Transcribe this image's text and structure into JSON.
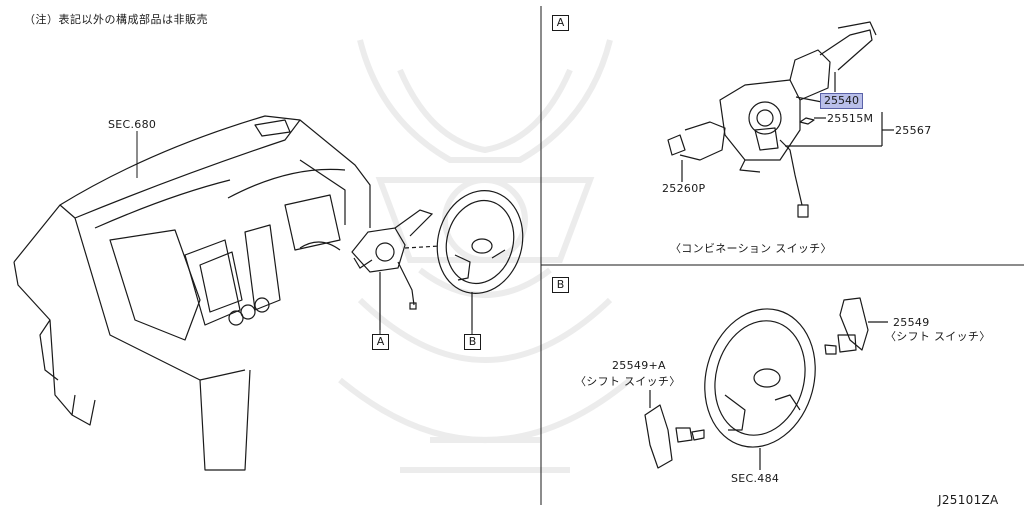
{
  "note": "（注）表記以外の構成部品は非販売",
  "diagram_id": "J25101ZA",
  "section_labels": {
    "dashboard": "SEC.680",
    "steering_wheel": "SEC.484"
  },
  "view_labels": {
    "a": "A",
    "b": "B"
  },
  "part_numbers": {
    "turn_signal_switch": "25540",
    "switch_base": "25515M",
    "switch_assembly": "25567",
    "light_switch": "25260P",
    "shift_switch_right": "25549",
    "shift_switch_left": "25549+A"
  },
  "descriptions": {
    "combination_switch": "〈コンビネーション スイッチ〉",
    "shift_switch_right": "〈シフト スイッチ〉",
    "shift_switch_left": "〈シフト スイッチ〉"
  },
  "colors": {
    "highlight": "#b9bfea",
    "line": "#1a1a1a",
    "watermark": "#ececec"
  }
}
